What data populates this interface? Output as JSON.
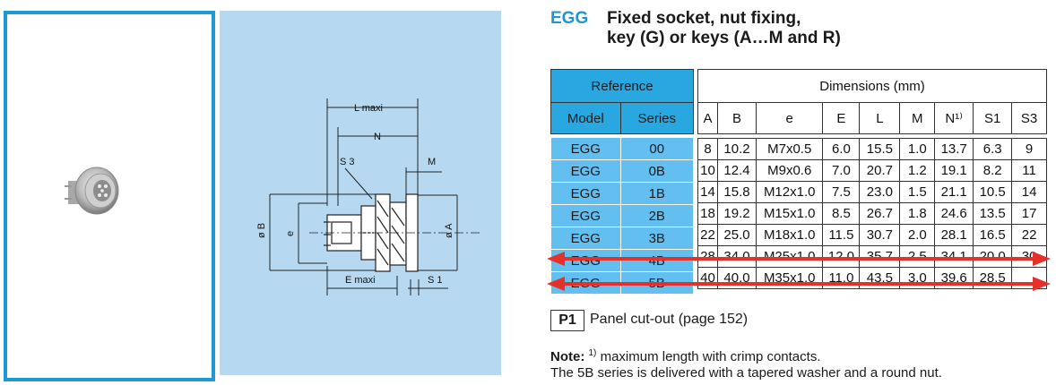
{
  "header": {
    "code": "EGG",
    "title_line1": "Fixed socket, nut fixing,",
    "title_line2": "key (G) or keys (A…M and R)"
  },
  "drawing_labels": {
    "l_maxi": "L maxi",
    "n": "N",
    "s3": "S 3",
    "m": "M",
    "b": "ø B",
    "e": "e",
    "a": "ø A",
    "e_maxi": "E maxi",
    "s1": "S 1"
  },
  "table": {
    "reference_header": "Reference",
    "dimensions_header": "Dimensions (mm)",
    "col_model": "Model",
    "col_series": "Series",
    "dim_cols": [
      "A",
      "B",
      "e",
      "E",
      "L",
      "M",
      "N¹⁾",
      "S1",
      "S3"
    ],
    "rows": [
      {
        "model": "EGG",
        "series": "00",
        "dims": [
          "8",
          "10.2",
          "M7x0.5",
          "6.0",
          "15.5",
          "1.0",
          "13.7",
          "6.3",
          "9"
        ]
      },
      {
        "model": "EGG",
        "series": "0B",
        "dims": [
          "10",
          "12.4",
          "M9x0.6",
          "7.0",
          "20.7",
          "1.2",
          "19.1",
          "8.2",
          "11"
        ]
      },
      {
        "model": "EGG",
        "series": "1B",
        "dims": [
          "14",
          "15.8",
          "M12x1.0",
          "7.5",
          "23.0",
          "1.5",
          "21.1",
          "10.5",
          "14"
        ]
      },
      {
        "model": "EGG",
        "series": "2B",
        "dims": [
          "18",
          "19.2",
          "M15x1.0",
          "8.5",
          "26.7",
          "1.8",
          "24.6",
          "13.5",
          "17"
        ]
      },
      {
        "model": "EGG",
        "series": "3B",
        "dims": [
          "22",
          "25.0",
          "M18x1.0",
          "11.5",
          "30.7",
          "2.0",
          "28.1",
          "16.5",
          "22"
        ]
      },
      {
        "model": "EGG",
        "series": "4B",
        "dims": [
          "28",
          "34.0",
          "M25x1.0",
          "12.0",
          "35.7",
          "2.5",
          "34.1",
          "20.0",
          "30"
        ]
      },
      {
        "model": "EGG",
        "series": "5B",
        "dims": [
          "40",
          "40.0",
          "M35x1.0",
          "11.0",
          "43.5",
          "3.0",
          "39.6",
          "28.5",
          ""
        ]
      }
    ]
  },
  "p1": {
    "badge": "P1",
    "text": "Panel cut-out (page 152)"
  },
  "note": {
    "label": "Note:",
    "sup": "1)",
    "line1": "maximum length with crimp contacts.",
    "line2": "The 5B series is delivered with a tapered washer and a round nut."
  },
  "colors": {
    "accent": "#1f95d3",
    "header_blue": "#29a7e1",
    "cell_blue": "#62bff0",
    "panel_blue": "#b6d9f1",
    "strike_red": "#e8302a"
  }
}
